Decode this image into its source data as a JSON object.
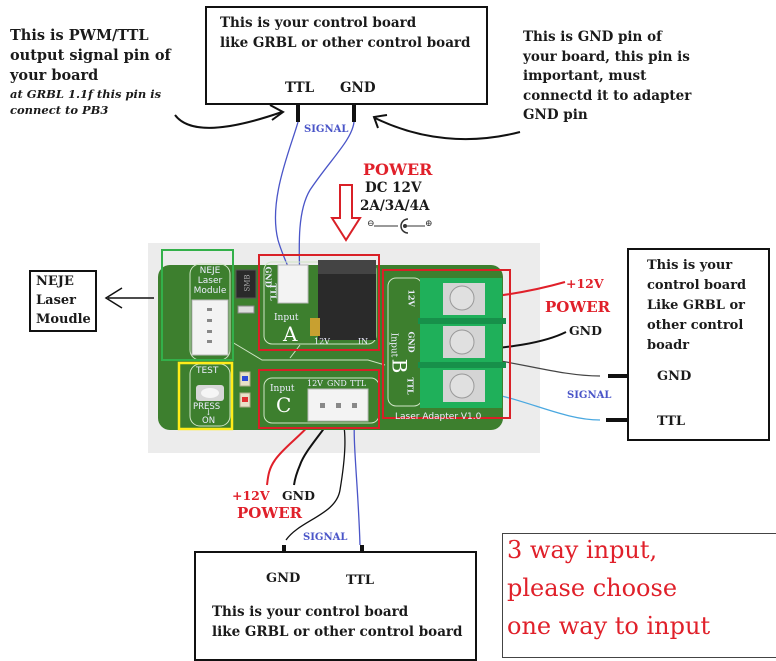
{
  "colors": {
    "pcb_green": "#3d7f2e",
    "terminal_green": "#1fb05a",
    "highlight_red": "#d92027",
    "highlight_green": "#33b04a",
    "highlight_yellow": "#ffec1a",
    "wire_red": "#e0202a",
    "wire_black": "#111111",
    "wire_blue": "#4a55c8",
    "wire_cyan": "#4aa8e0",
    "panel_bg": "#ececec"
  },
  "top_left_note": {
    "lines": [
      "This is PWM/TTL",
      "output signal pin of",
      "your board"
    ],
    "italic_lines": [
      "at GRBL 1.1f this pin is",
      "connect to PB3"
    ]
  },
  "top_board": {
    "lines": [
      "This is your control board",
      "like GRBL or other control board"
    ],
    "pins": [
      "TTL",
      "GND"
    ],
    "signal_label": "SIGNAL"
  },
  "top_right_note": {
    "lines": [
      "This is GND pin of",
      "your board, this pin is",
      "important, must",
      "connectd it to adapter",
      "GND pin"
    ]
  },
  "power_jack": {
    "title": "POWER",
    "line1": "DC 12V",
    "line2": "2A/3A/4A",
    "polarity_neg": "⊖",
    "polarity_pos": "⊕"
  },
  "laser_module_box": {
    "lines": [
      "NEJE",
      "Laser",
      "Moudle"
    ]
  },
  "pcb": {
    "module_label": [
      "NEJE",
      "Laser",
      "Module"
    ],
    "smd_label": "SMB",
    "test_button": {
      "top": "TEST",
      "middle": "PRESS",
      "arrow": "↓",
      "bottom": "ON"
    },
    "input_a": {
      "label": "Input",
      "letter": "A",
      "pins": [
        "GND",
        "TTL"
      ],
      "jack_pins": [
        "12V",
        "IN"
      ]
    },
    "input_b": {
      "label": "Input",
      "letter": "B",
      "pins": [
        "12V",
        "GND",
        "TTL"
      ]
    },
    "input_c": {
      "label": "Input",
      "letter": "C",
      "pins": [
        "12V",
        "GND",
        "TTL"
      ]
    },
    "version": "Laser Adapter V1.0"
  },
  "right_side": {
    "plus12v": "+12V",
    "power": "POWER",
    "gnd": "GND",
    "signal": "SIGNAL"
  },
  "right_board": {
    "lines": [
      "This is your",
      "control board",
      "Like GRBL or",
      "other control",
      "boadr"
    ],
    "pins": [
      "GND",
      "TTL"
    ]
  },
  "bottom_labels": {
    "plus12v": "+12V",
    "gnd": "GND",
    "power": "POWER",
    "signal": "SIGNAL"
  },
  "bottom_board": {
    "pins": [
      "GND",
      "TTL"
    ],
    "lines": [
      "This is your control board",
      "like GRBL or other control board"
    ]
  },
  "notice": {
    "lines": [
      "3 way input,",
      "please choose",
      "one way to input"
    ]
  }
}
